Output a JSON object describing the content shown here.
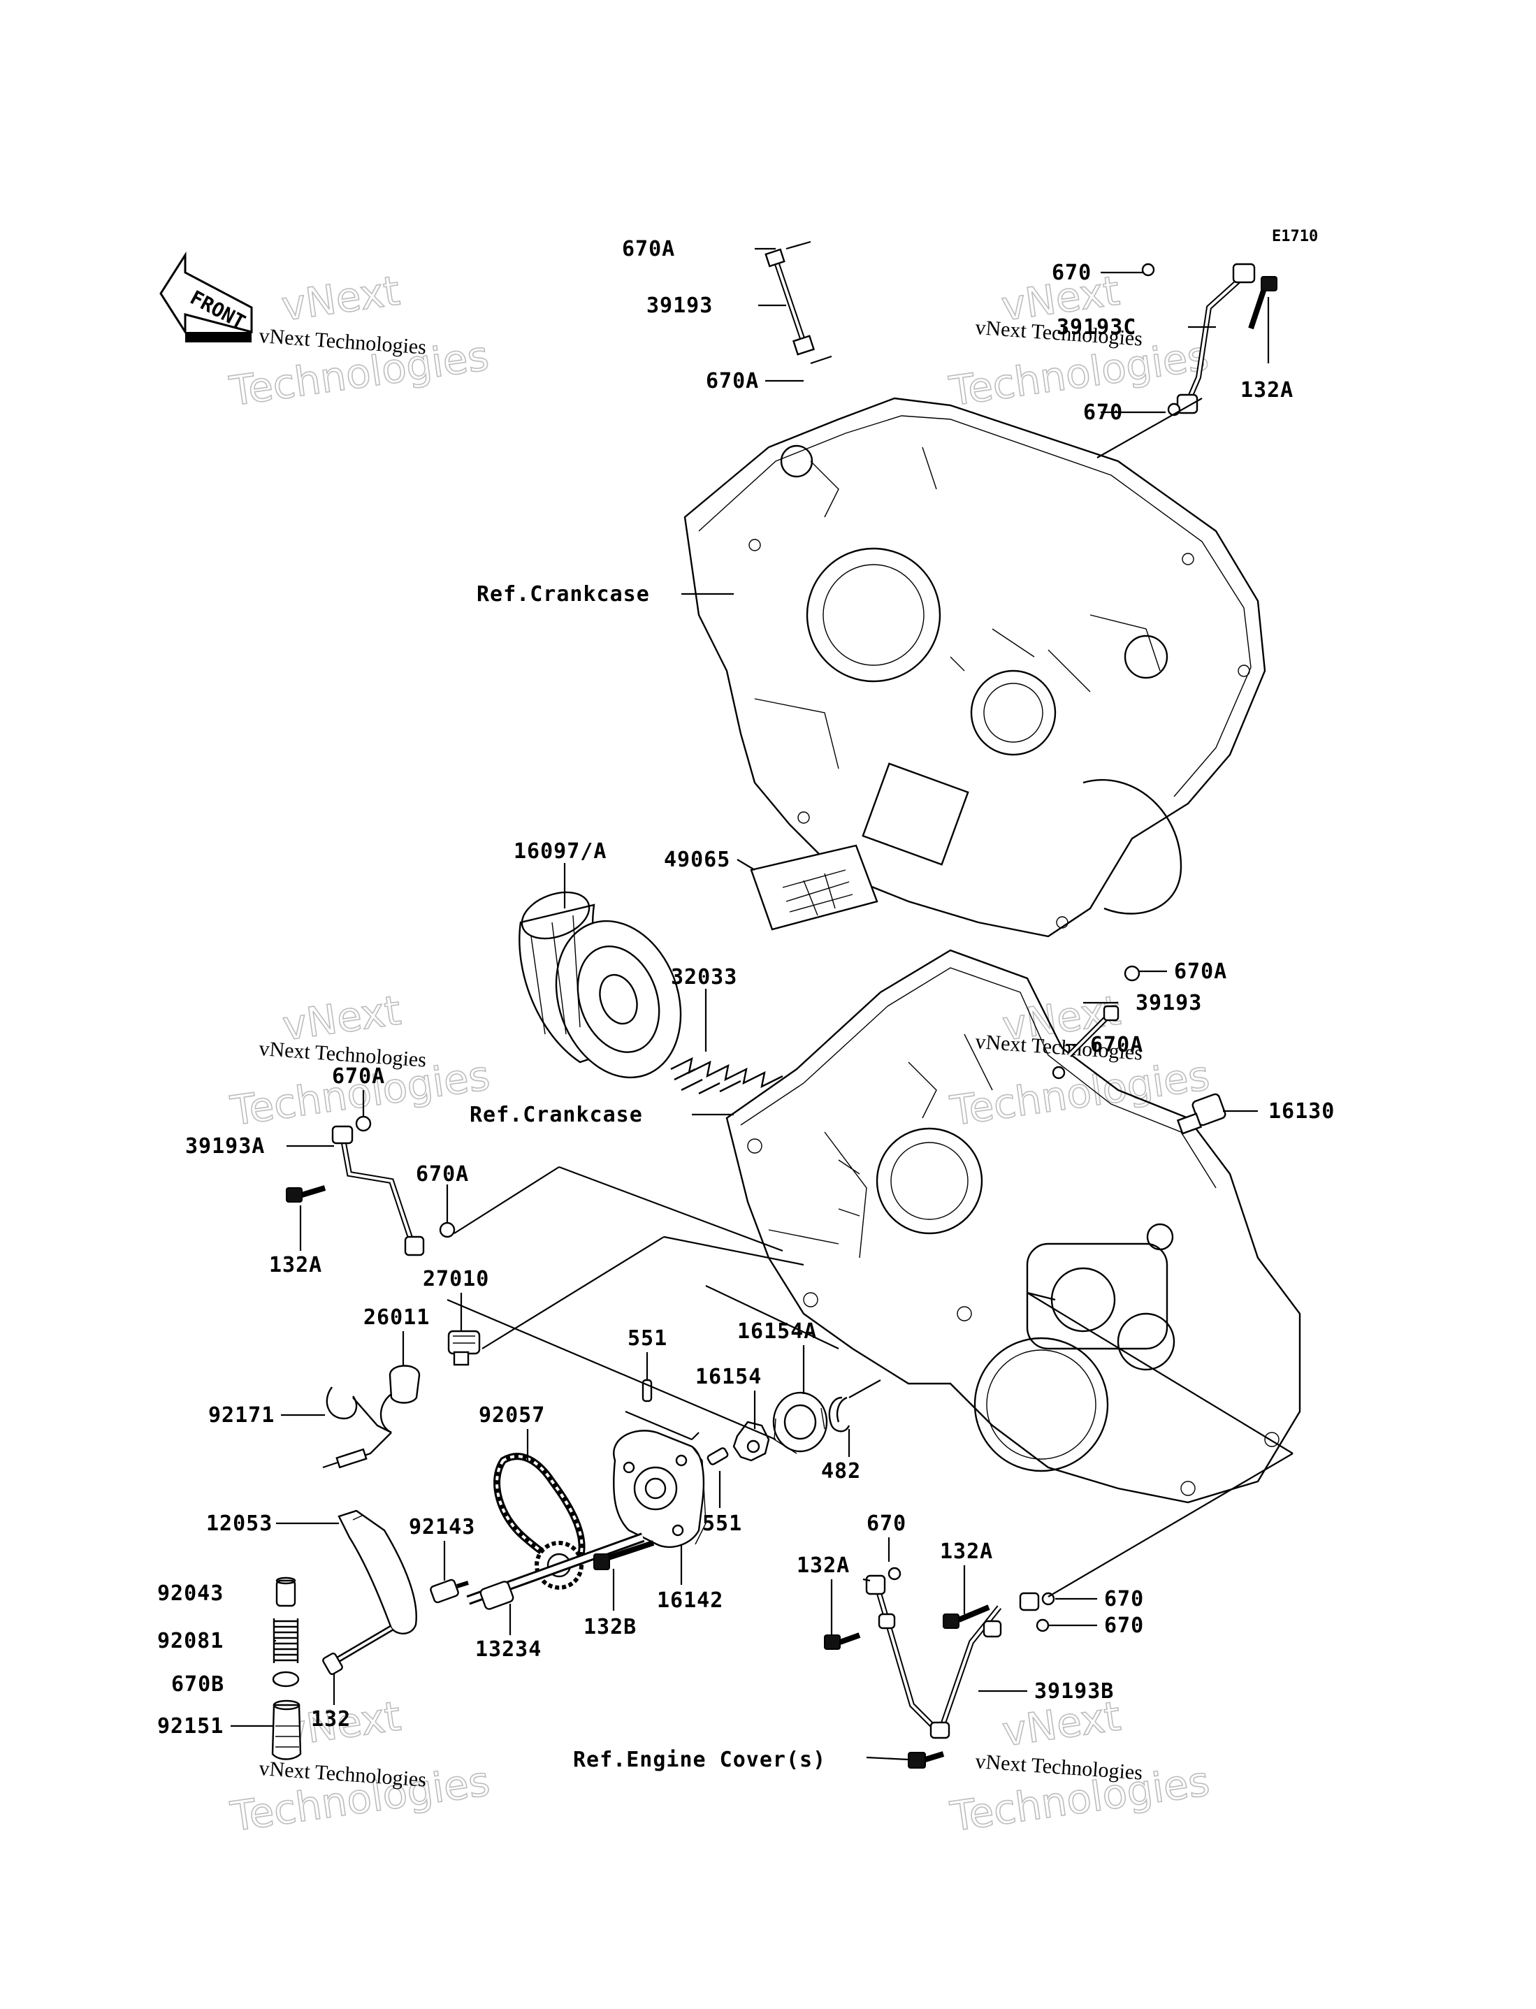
{
  "diagram_code": "E1710",
  "front_arrow_label": "FRONT",
  "watermark": {
    "company_line": "vNext Technologies",
    "outline_top": "vNext",
    "outline_bottom": "Technologies"
  },
  "part_labels": {
    "p670A_top_a": "670A",
    "p39193_top": "39193",
    "p670A_top_b": "670A",
    "p670_tr_a": "670",
    "p39193C": "39193C",
    "p132A_tr": "132A",
    "p670_tr_b": "670",
    "ref_crankcase_upper": "Ref.Crankcase",
    "p16097A": "16097/A",
    "p49065": "49065",
    "p32033": "32033",
    "p670A_mr_a": "670A",
    "p39193_mr": "39193",
    "p670A_mr_b": "670A",
    "p16130": "16130",
    "p670A_ml": "670A",
    "ref_crankcase_lower": "Ref.Crankcase",
    "p39193A": "39193A",
    "p670A_ml_b": "670A",
    "p132A_ml": "132A",
    "p27010": "27010",
    "p26011": "26011",
    "p92171": "92171",
    "p551_top": "551",
    "p16154A": "16154A",
    "p16154": "16154",
    "p92057": "92057",
    "p482": "482",
    "p551_bot": "551",
    "p12053": "12053",
    "p92143": "92143",
    "p16142": "16142",
    "p92043": "92043",
    "p13234": "13234",
    "p132B": "132B",
    "p92081": "92081",
    "p670B": "670B",
    "p132": "132",
    "p92151": "92151",
    "p670_br_top": "670",
    "p132A_br_a": "132A",
    "p132A_br_b": "132A",
    "p670_br_a": "670",
    "p670_br_b": "670",
    "p39193B": "39193B",
    "ref_engine_cover": "Ref.Engine Cover(s)"
  }
}
